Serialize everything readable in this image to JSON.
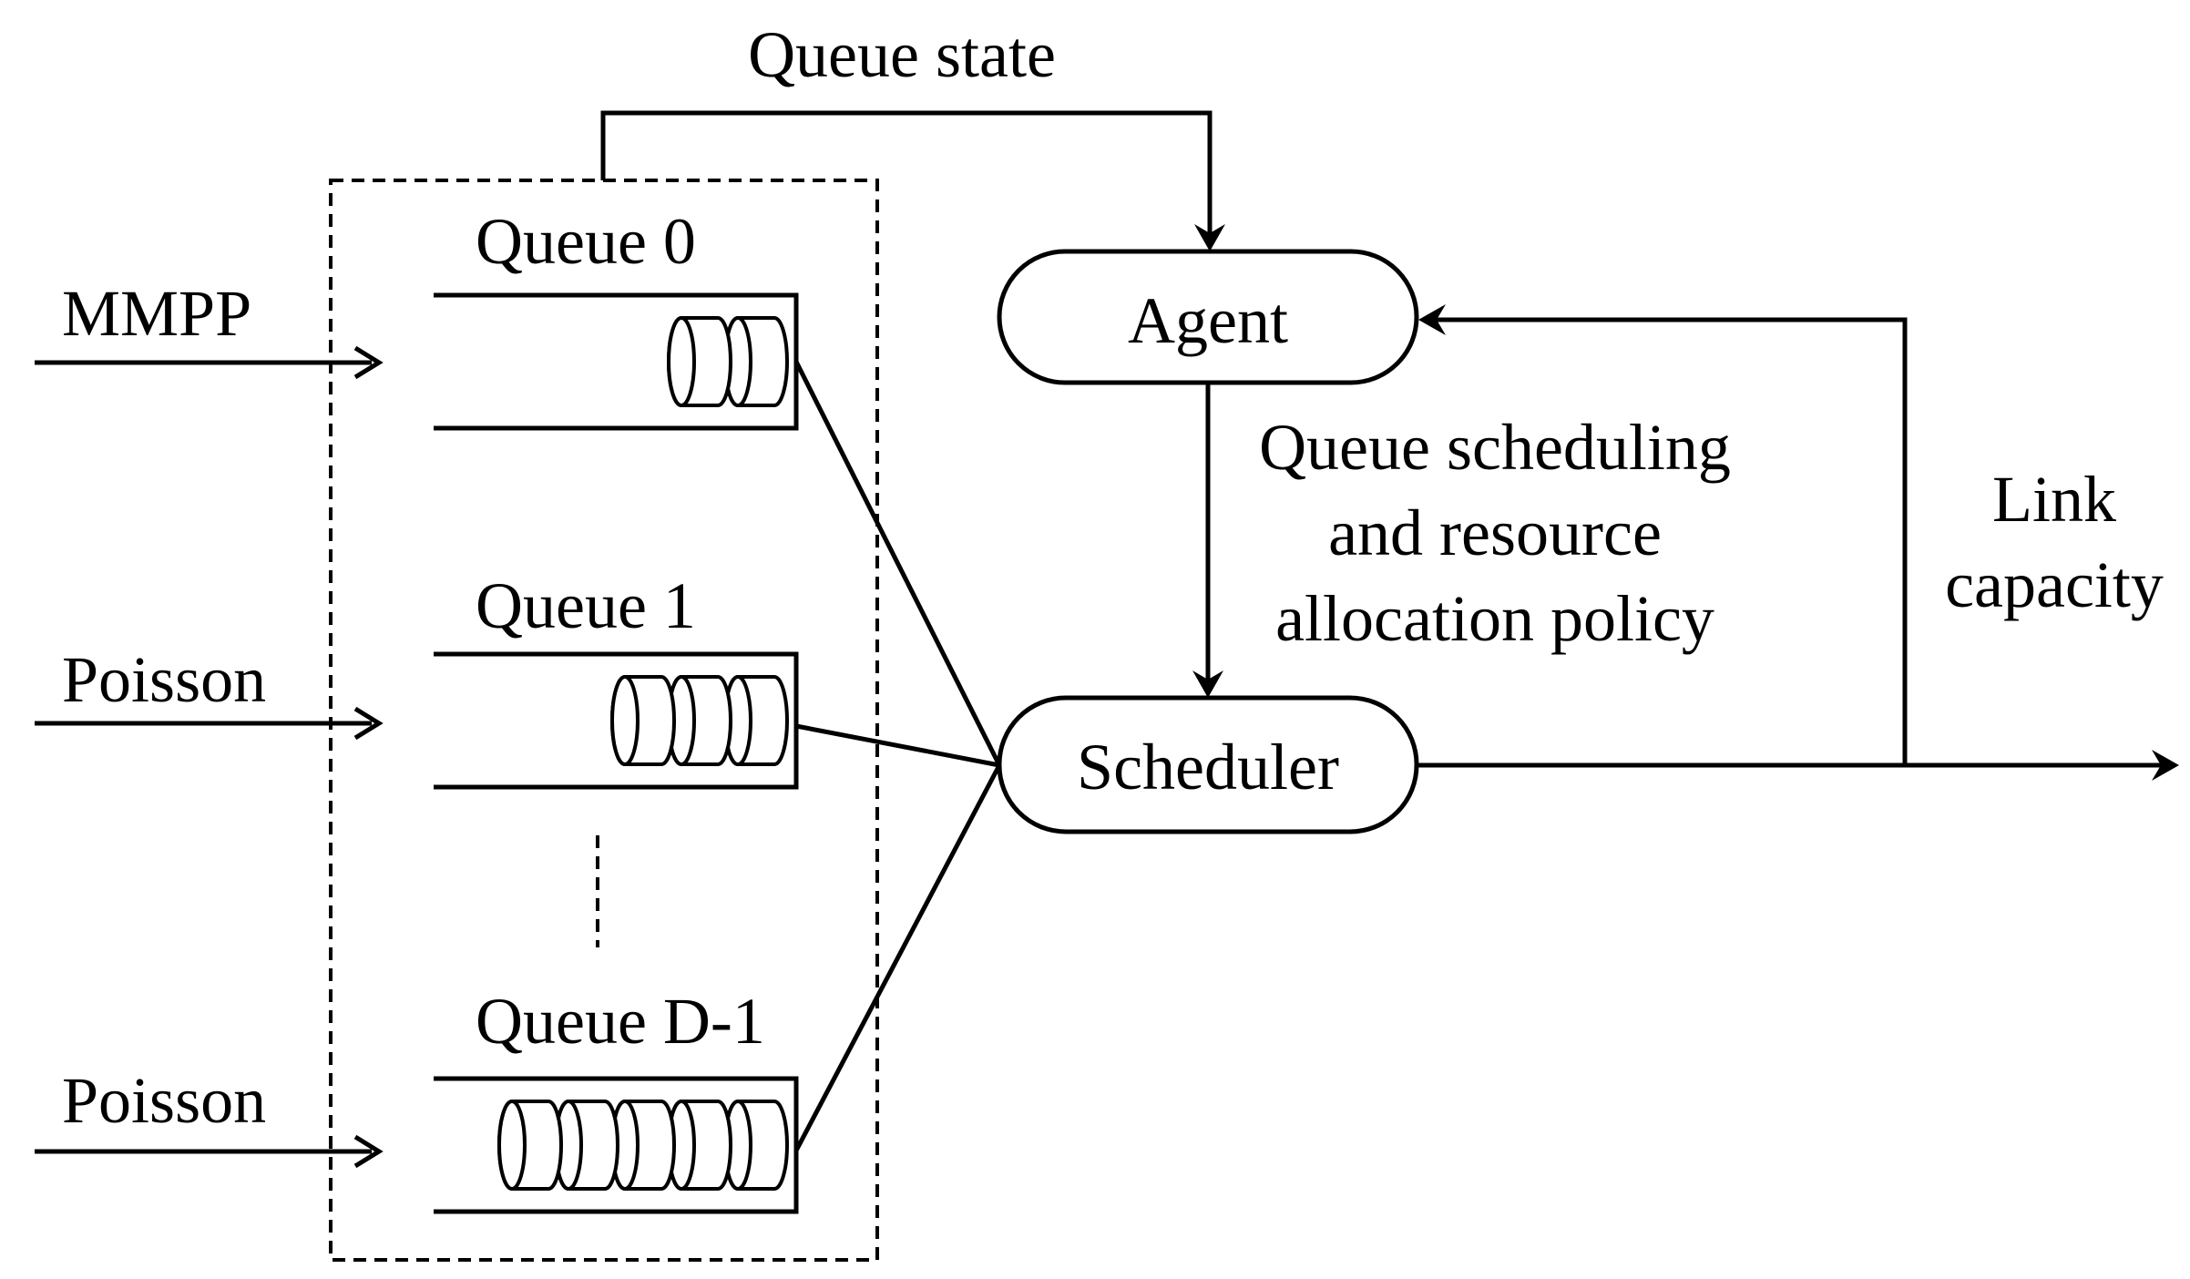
{
  "labels": {
    "queue_state": "Queue state",
    "agent": "Agent",
    "scheduler": "Scheduler",
    "policy_line1": "Queue scheduling",
    "policy_line2": "and resource",
    "policy_line3": "allocation policy",
    "link_line1": "Link",
    "link_line2": "capacity"
  },
  "queues": [
    {
      "name": "Queue 0",
      "source": "MMPP",
      "packets": 2
    },
    {
      "name": "Queue 1",
      "source": "Poisson",
      "packets": 3
    },
    {
      "name": "Queue D-1",
      "source": "Poisson",
      "packets": 5
    }
  ],
  "colors": {
    "stroke": "#000000",
    "background": "#ffffff"
  }
}
